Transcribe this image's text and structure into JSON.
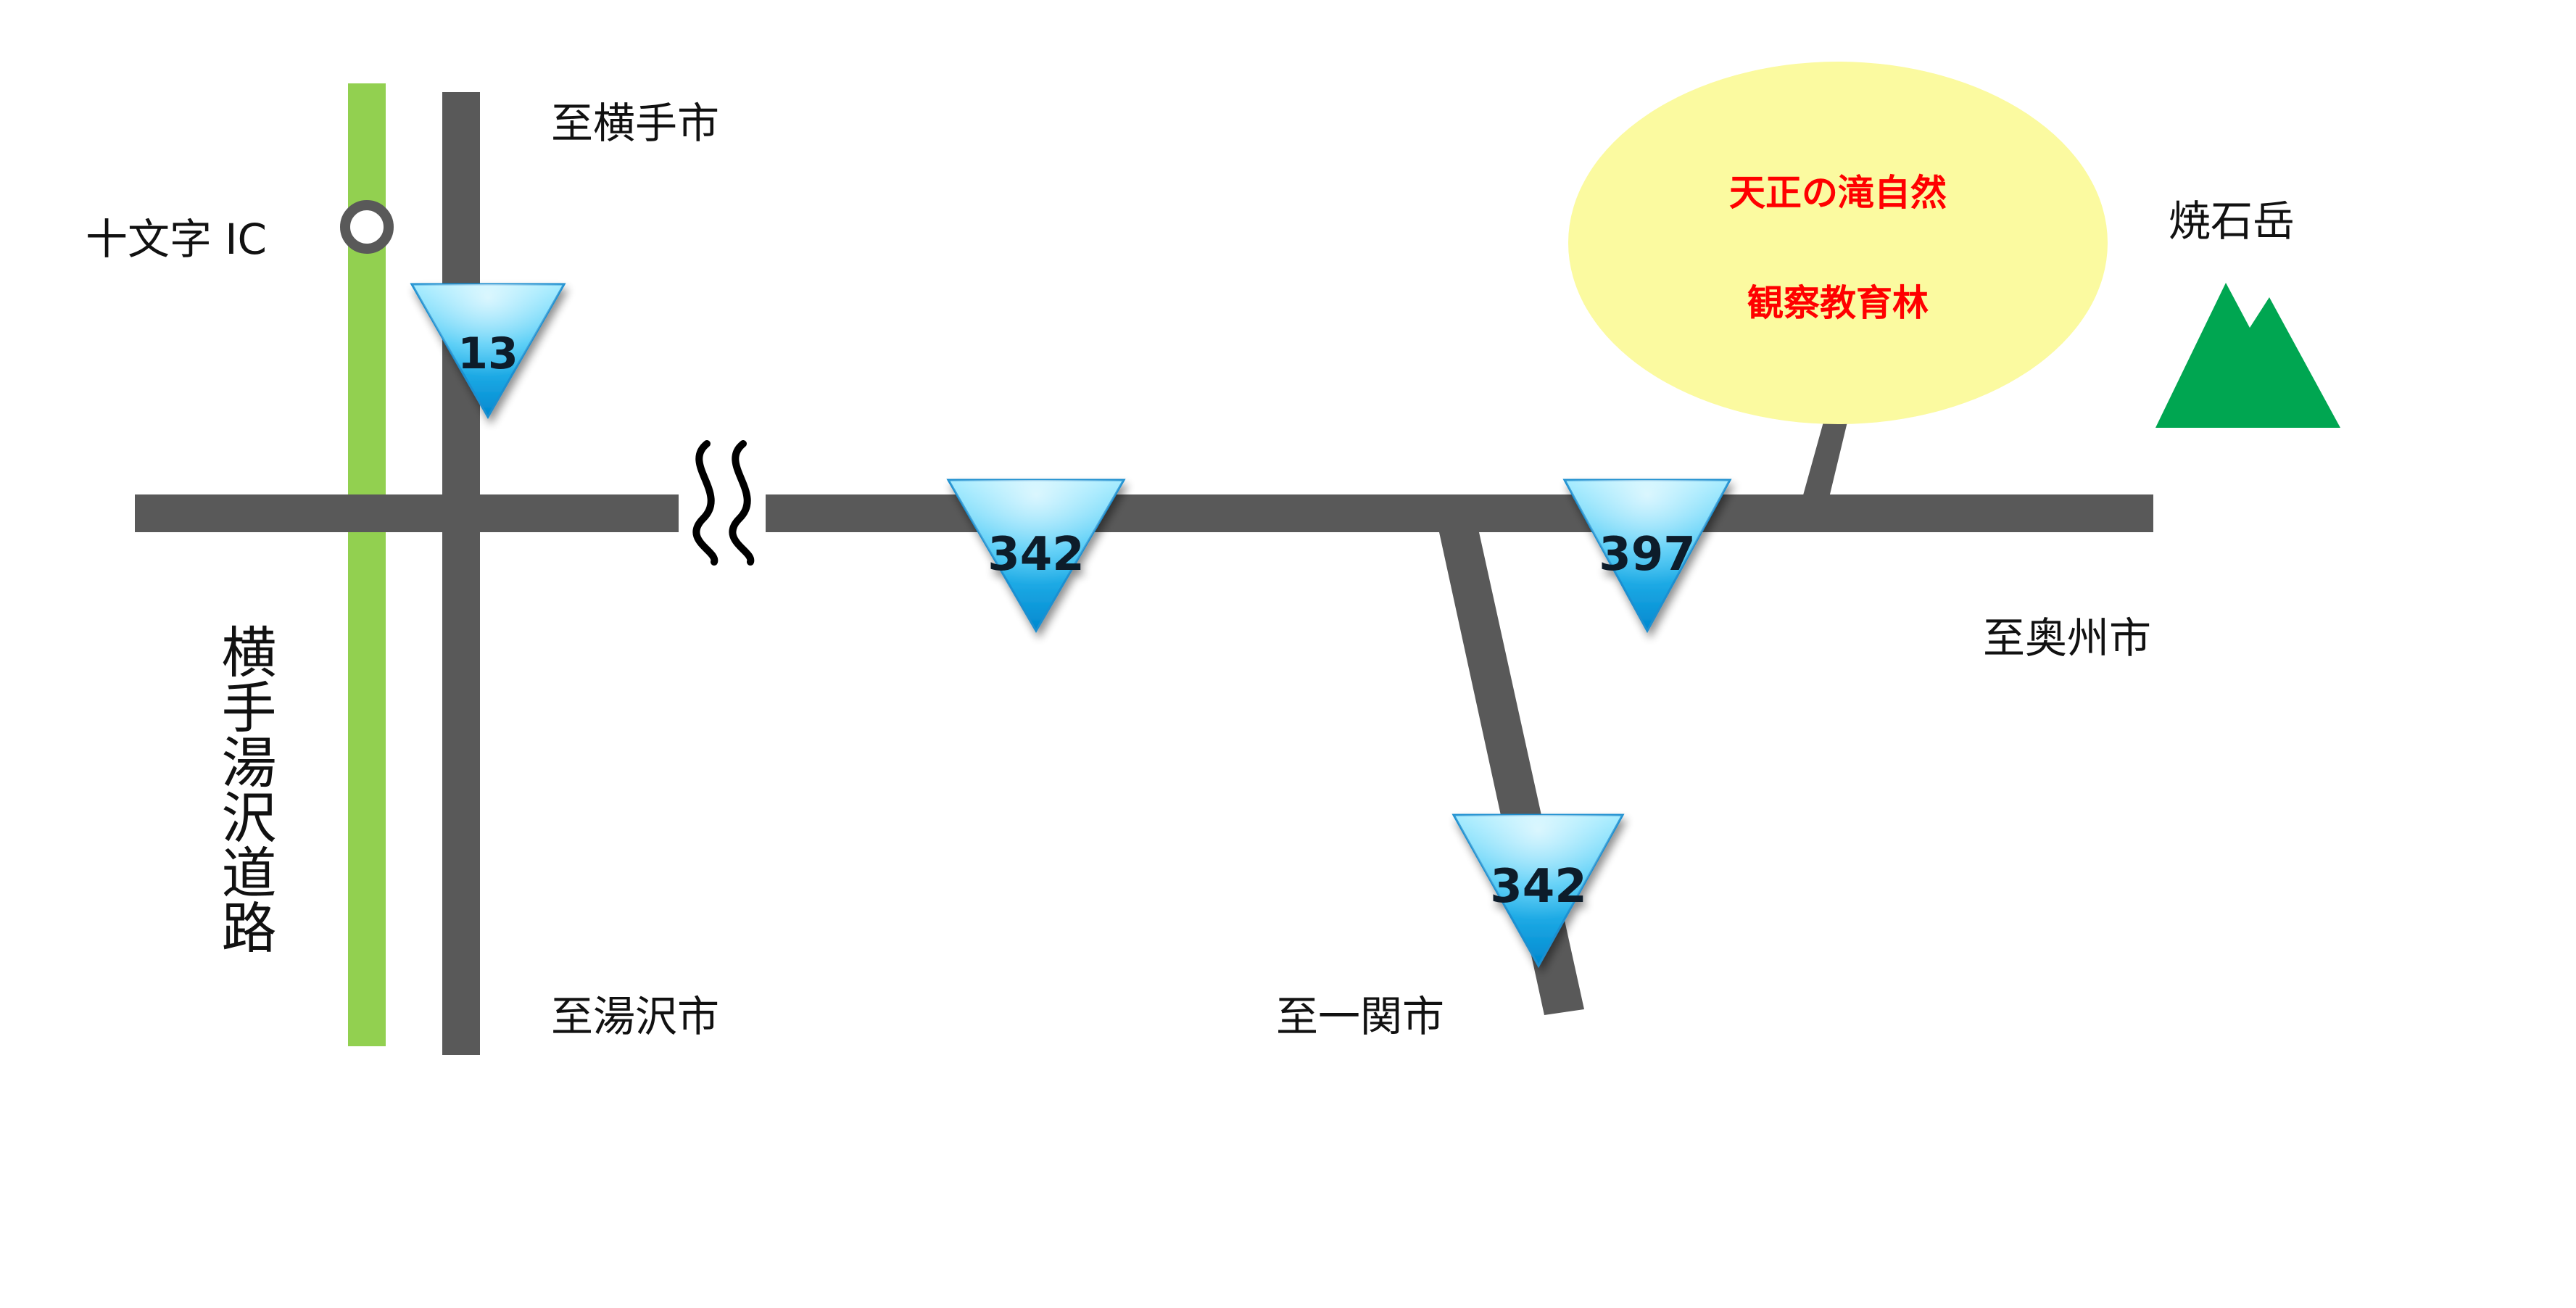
{
  "colors": {
    "road": "#595959",
    "expressway": "#92d050",
    "route_marker_top": "#7fe0ff",
    "route_marker_bottom": "#0090d8",
    "destination_bubble": "#fbfaa0",
    "destination_text": "#ff0000",
    "mountain": "#00a651"
  },
  "labels": {
    "to_yokote": "至横手市",
    "to_yuzawa": "至湯沢市",
    "to_ichinoseki": "至一関市",
    "to_oshu": "至奥州市",
    "jumonji_ic": "十文字 IC",
    "expressway_name": "横手湯沢道路",
    "mountain_name": "焼石岳"
  },
  "destination": {
    "line1": "天正の滝自然",
    "line2": "観察教育林"
  },
  "routes": {
    "north_south": "13",
    "main_west": "342",
    "main_east": "397",
    "south_branch": "342"
  },
  "icons": {
    "interchange": "interchange-circle-icon",
    "road_break": "road-break-wavy-icon",
    "mountain": "mountain-icon"
  }
}
